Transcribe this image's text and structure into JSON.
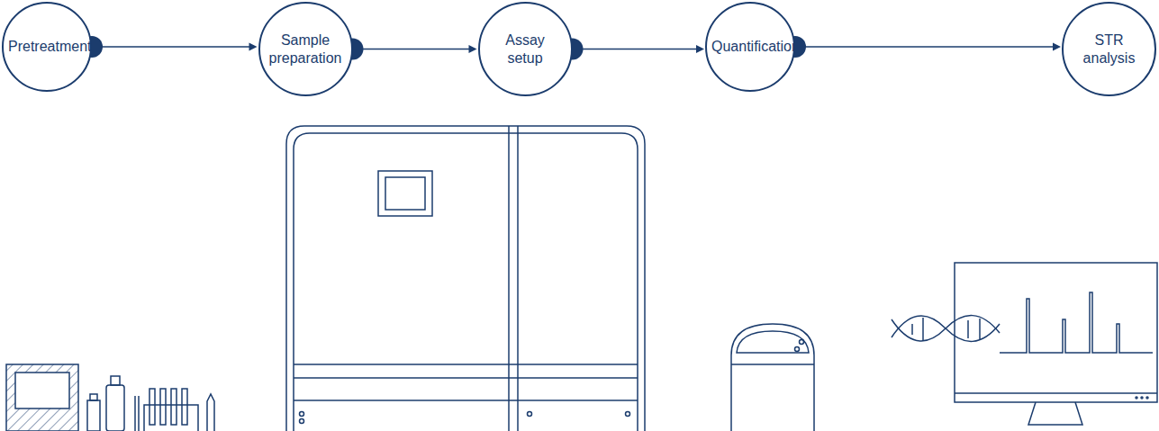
{
  "diagram": {
    "nodes": [
      {
        "text": [
          "Pretreatment"
        ]
      },
      {
        "text": [
          "Sample preparation"
        ]
      },
      {
        "text": [
          "Assay setup"
        ]
      },
      {
        "text": [
          "Quantification"
        ]
      },
      {
        "text": [
          "STR analysis"
        ]
      }
    ],
    "edges": [
      {
        "from": 0,
        "to": 1,
        "arrow": "to"
      },
      {
        "from": 1,
        "to": 2,
        "arrow": "to"
      },
      {
        "from": 2,
        "to": 3,
        "arrow": "to"
      },
      {
        "from": 3,
        "to": 4,
        "arrow": "to"
      }
    ]
  }
}
